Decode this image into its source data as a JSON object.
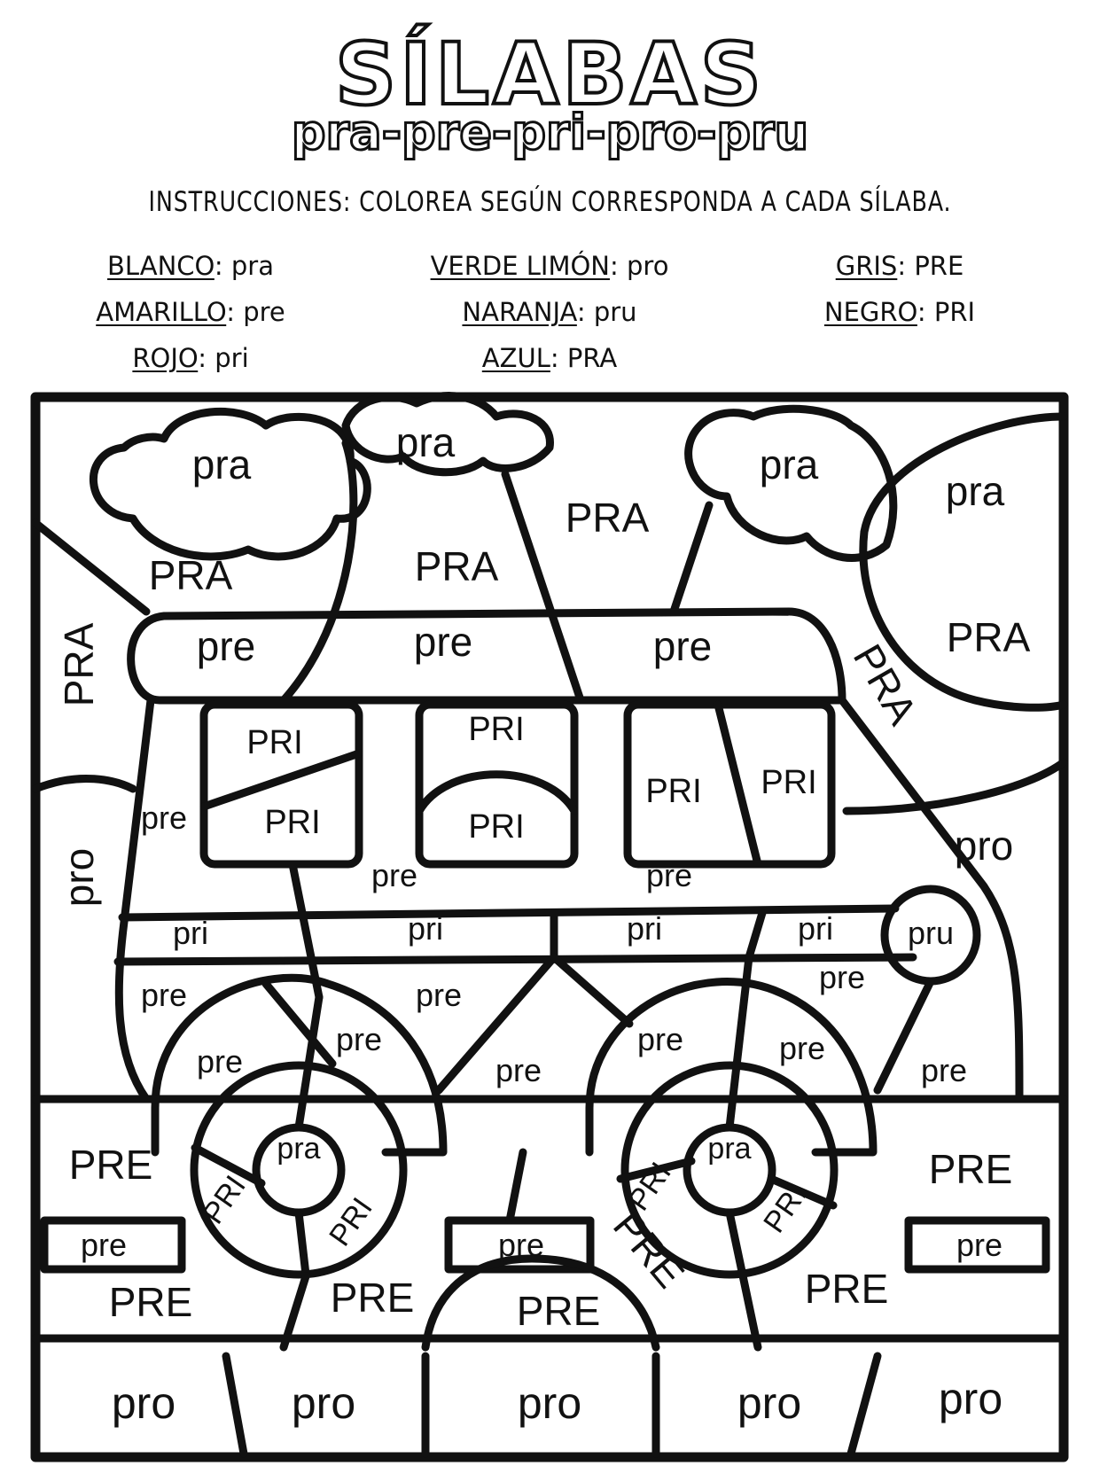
{
  "header": {
    "title": "SÍLABAS",
    "subtitle": "pra-pre-pri-pro-pru",
    "instructions": "INSTRUCCIONES: COLOREA SEGÚN CORRESPONDA A CADA SÍLABA."
  },
  "color_key": [
    {
      "color_name": "BLANCO",
      "syllable": "pra"
    },
    {
      "color_name": "AMARILLO",
      "syllable": "pre"
    },
    {
      "color_name": "ROJO",
      "syllable": "pri"
    },
    {
      "color_name": "VERDE LIMÓN",
      "syllable": "pro"
    },
    {
      "color_name": "NARANJA",
      "syllable": "pru"
    },
    {
      "color_name": "AZUL",
      "syllable": "PRA"
    },
    {
      "color_name": "GRIS",
      "syllable": "PRE"
    },
    {
      "color_name": "NEGRO",
      "syllable": "PRI"
    }
  ],
  "picture": {
    "clouds": [
      "pra",
      "pra",
      "pra",
      "pra"
    ],
    "sky": [
      "PRA",
      "PRA",
      "PRA",
      "PRA",
      "PRA",
      "PRA"
    ],
    "roof": [
      "pre",
      "pre",
      "pre"
    ],
    "windows": [
      "PRI",
      "PRI",
      "PRI",
      "PRI",
      "PRI",
      "PRI"
    ],
    "body_upper": [
      "pre",
      "pre",
      "pre"
    ],
    "stripe": [
      "pri",
      "pri",
      "pri",
      "pri"
    ],
    "headlight": "pru",
    "body_lower": [
      "pre",
      "pre",
      "pre",
      "pre",
      "pre"
    ],
    "fenders": [
      "pre",
      "pre",
      "pre",
      "pre"
    ],
    "hubs": [
      "pra",
      "pra"
    ],
    "tire_segments": [
      "PRI",
      "PRI",
      "PRI",
      "PRI"
    ],
    "ground_left": [
      "pro",
      "pro"
    ],
    "ground_upper": [
      "PRE",
      "PRE",
      "PRE",
      "PRE",
      "PRE",
      "PRE",
      "PRE"
    ],
    "bumpers": [
      "pre",
      "pre",
      "pre"
    ],
    "road": [
      "pro",
      "pro",
      "pro",
      "pro",
      "pro"
    ]
  }
}
